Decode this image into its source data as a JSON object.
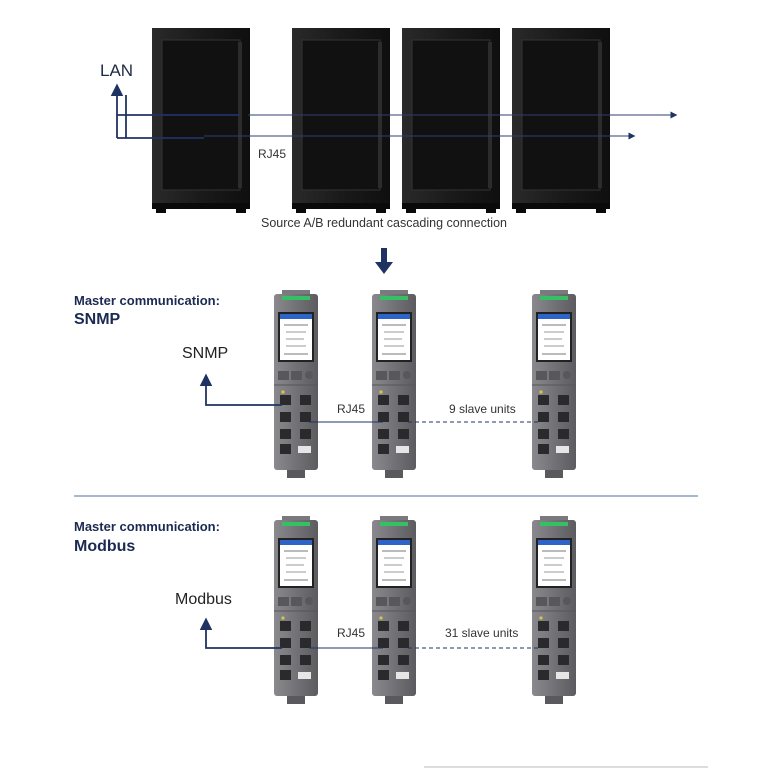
{
  "top": {
    "lan_label": "LAN",
    "rj45_label": "RJ45",
    "caption": "Source A/B redundant cascading connection"
  },
  "sections": [
    {
      "master_label": "Master communication:",
      "protocol": "SNMP",
      "side_label": "SNMP",
      "rj45_label": "RJ45",
      "slave_label": "9 slave units"
    },
    {
      "master_label": "Master communication:",
      "protocol": "Modbus",
      "side_label": "Modbus",
      "rj45_label": "RJ45",
      "slave_label": "31 slave units"
    }
  ],
  "colors": {
    "arrow": "#1f3363",
    "divider": "#6d8fb0",
    "rack": "#1b1b1b",
    "module": "#707074",
    "module_led": "#35c063",
    "screen": "#2e63c8"
  }
}
